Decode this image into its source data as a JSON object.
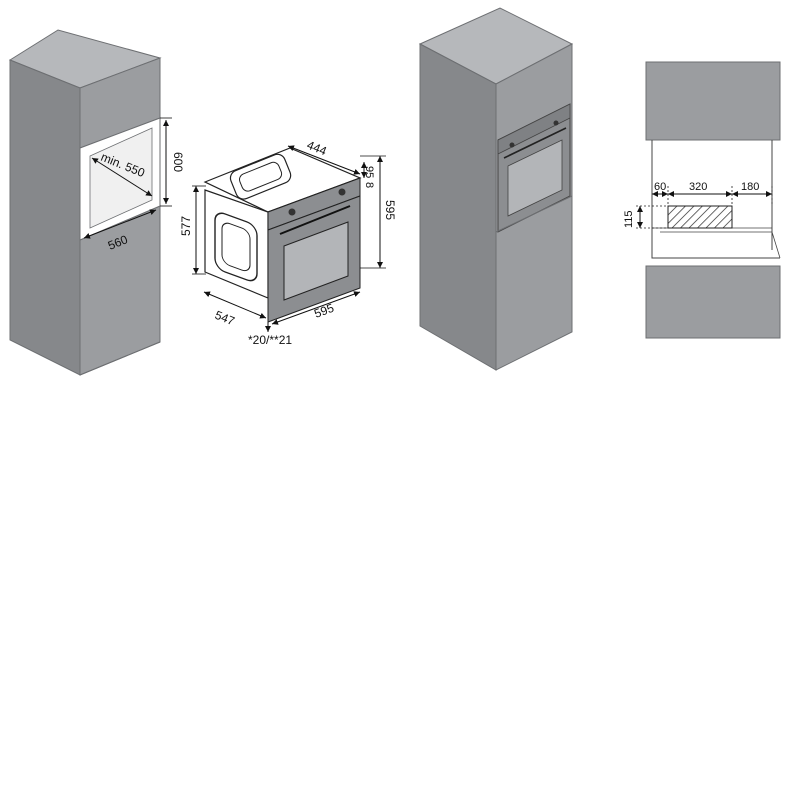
{
  "colors": {
    "cabinet_front": "#9b9da0",
    "cabinet_side": "#86888b",
    "cabinet_top": "#b6b8bb",
    "cabinet_edge": "#6d6f72",
    "oven_face": "#8c8e91",
    "oven_window": "#b3b5b8",
    "line": "#222222",
    "white": "#ffffff"
  },
  "icons": {
    "cabinet_left": "tall-cabinet-cutout-icon",
    "oven": "built-in-oven-icon",
    "cabinet_installed": "tall-cabinet-with-oven-icon",
    "ventilation_section": "cabinet-section-ventilation-icon"
  },
  "dimensions": {
    "cutout_depth_min": "min. 550",
    "cutout_height": "600",
    "cutout_width": "560",
    "oven_depth_top": "444",
    "oven_height_total": "595",
    "oven_panel_95": "95",
    "oven_panel_8": "8",
    "oven_body_height": "577",
    "oven_body_depth": "547",
    "oven_width": "595",
    "oven_footnote": "*20/**21",
    "vent_left": "60",
    "vent_width": "320",
    "vent_right": "180",
    "vent_height": "115"
  }
}
